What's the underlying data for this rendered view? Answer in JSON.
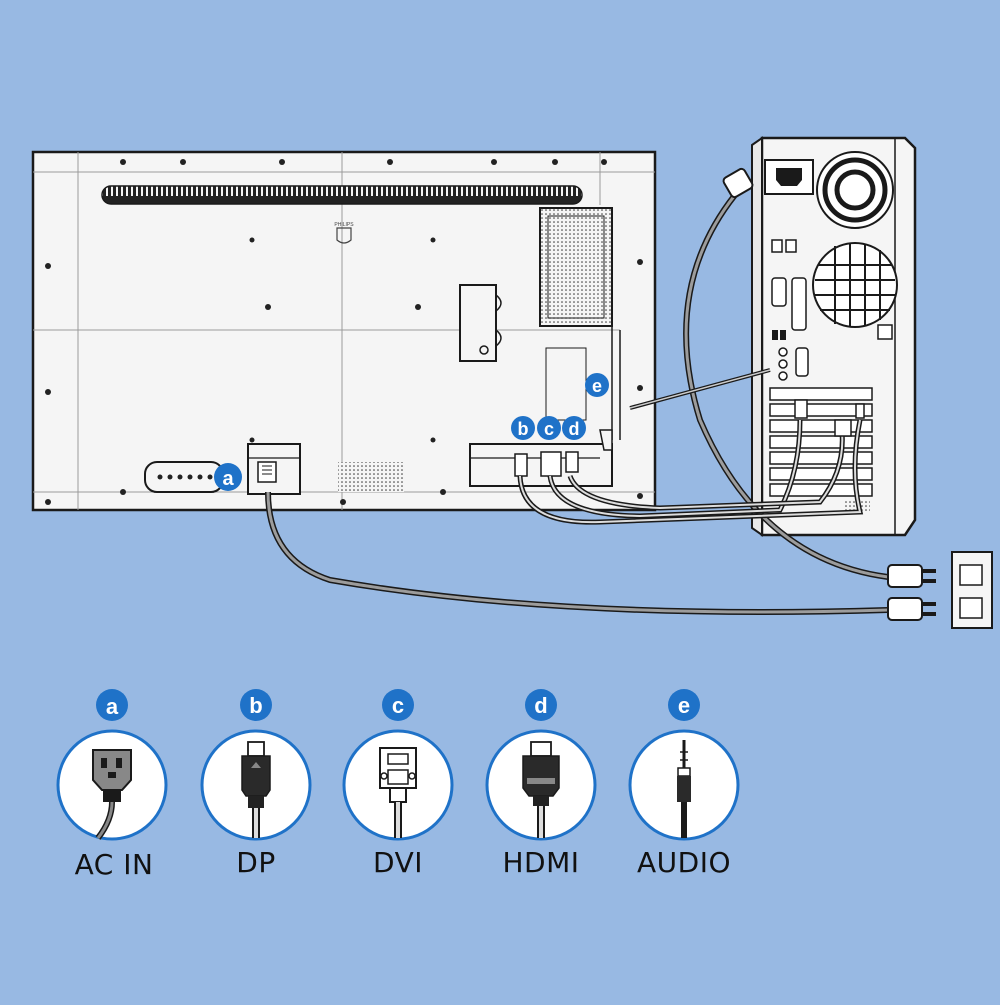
{
  "colors": {
    "background": "#98b9e3",
    "badge": "#1f72c8",
    "panel_fill": "#f5f5f5",
    "line": "#1a1a1a",
    "cable_gray": "#8c8c8c"
  },
  "monitor": {
    "brand_logo_text": "PHILIPS"
  },
  "callouts": {
    "a": "a",
    "b": "b",
    "c": "c",
    "d": "d",
    "e": "e"
  },
  "connectors": [
    {
      "letter": "a",
      "label": "AC IN",
      "icon": "ac-power-plug-icon"
    },
    {
      "letter": "b",
      "label": "DP",
      "icon": "displayport-plug-icon"
    },
    {
      "letter": "c",
      "label": "DVI",
      "icon": "dvi-plug-icon"
    },
    {
      "letter": "d",
      "label": "HDMI",
      "icon": "hdmi-plug-icon"
    },
    {
      "letter": "e",
      "label": "AUDIO",
      "icon": "audio-jack-icon"
    }
  ]
}
